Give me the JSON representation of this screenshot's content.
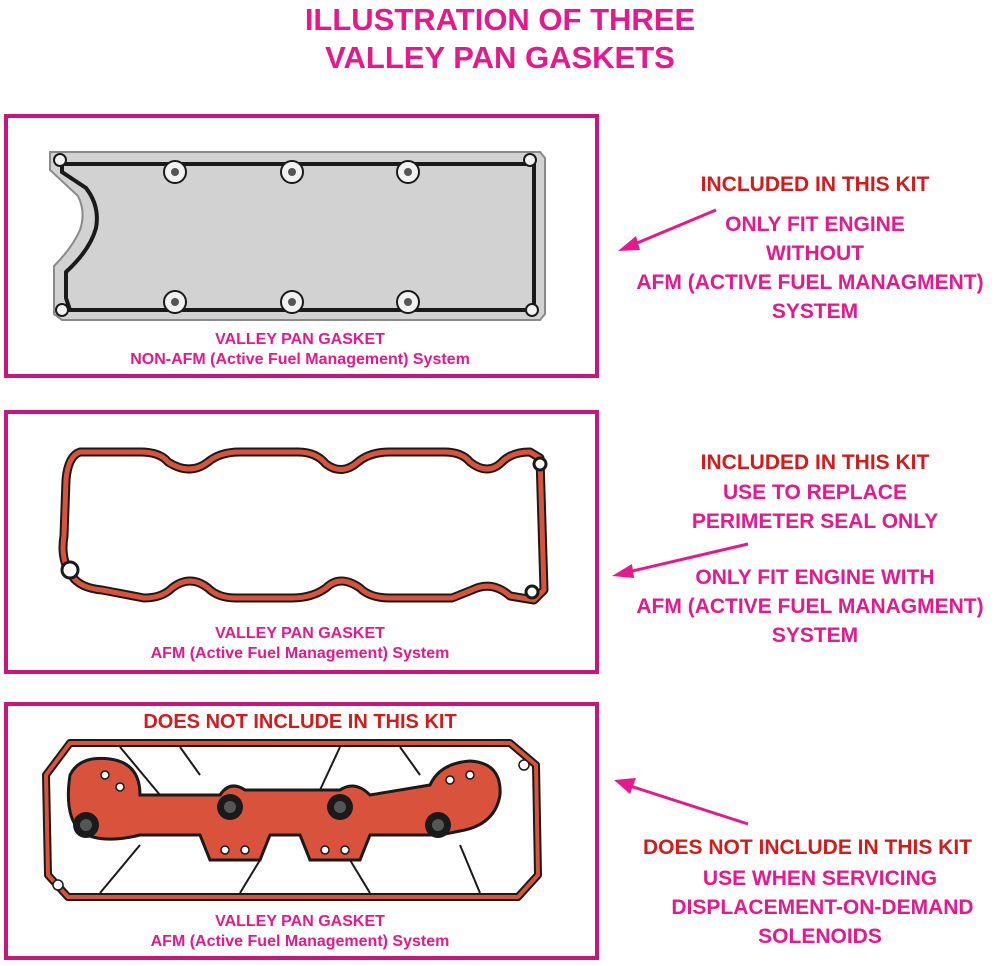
{
  "title": {
    "line1": "ILLUSTRATION OF THREE",
    "line2": "VALLEY PAN GASKETS"
  },
  "panels": [
    {
      "caption_line1": "VALLEY PAN GASKET",
      "caption_line2": "NON-AFM (Active Fuel Management) System",
      "note_lines": [
        "INCLUDED IN THIS KIT",
        "ONLY FIT ENGINE",
        "WITHOUT",
        "AFM (ACTIVE FUEL MANAGMENT)",
        "SYSTEM"
      ]
    },
    {
      "caption_line1": "VALLEY PAN GASKET",
      "caption_line2": "AFM (Active Fuel Management) System",
      "note_lines": [
        "INCLUDED IN THIS KIT",
        "USE TO REPLACE",
        "PERIMETER SEAL ONLY",
        "ONLY FIT ENGINE WITH",
        "AFM (ACTIVE FUEL MANAGMENT)",
        "SYSTEM"
      ]
    },
    {
      "header": "DOES NOT INCLUDE IN THIS KIT",
      "caption_line1": "VALLEY PAN GASKET",
      "caption_line2": "AFM (Active Fuel Management) System",
      "note_lines": [
        "DOES NOT INCLUDE IN THIS KIT",
        "USE WHEN SERVICING",
        "DISPLACEMENT-ON-DEMAND",
        "SOLENOIDS"
      ]
    }
  ],
  "colors": {
    "magenta": "#e6198c",
    "frame": "#c8167f",
    "red": "#d41b1b",
    "gasket_red": "#d9533c",
    "gasket_black": "#1a1a1a",
    "metal": "#c9c9c9"
  }
}
